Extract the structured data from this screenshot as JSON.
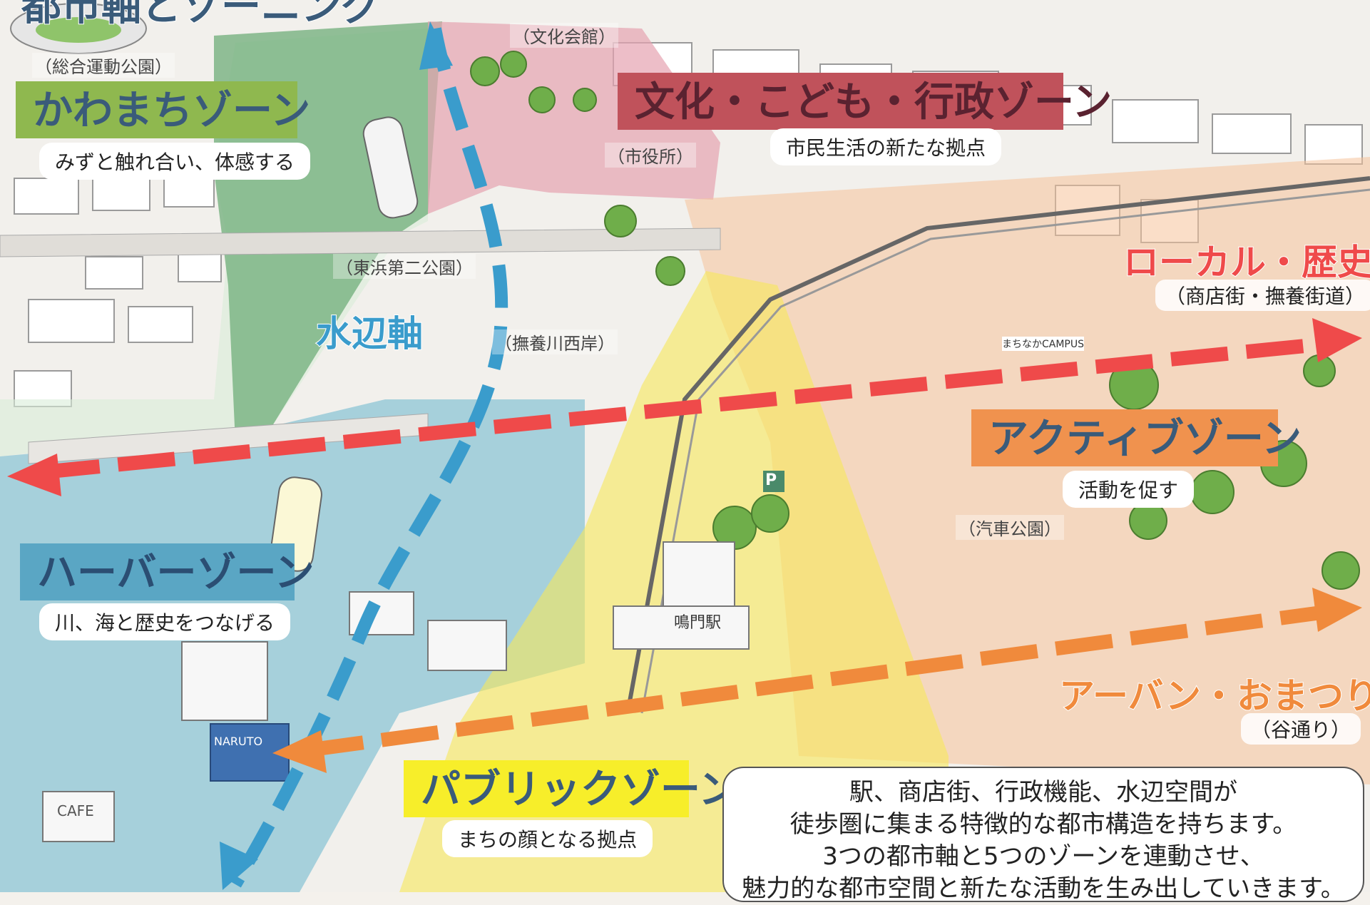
{
  "top_title": "都市軸とゾーニング",
  "places": {
    "sports_park": "（総合運動公園）",
    "culture_hall": "（文化会館）",
    "city_hall": "（市役所）",
    "higashihama_park": "（東浜第二公園）",
    "muya_west": "（撫養川西岸）",
    "steam_park": "（汽車公園）"
  },
  "zones": {
    "kawamachi": {
      "title": "かわまちゾーン",
      "desc": "みずと触れ合い、体感する",
      "color": "#8fb84f"
    },
    "bunka": {
      "title": "文化・こども・行政ゾーン",
      "desc": "市民生活の新たな拠点",
      "color": "#c0525b"
    },
    "active": {
      "title": "アクティブゾーン",
      "desc": "活動を促す",
      "color": "#f0924e"
    },
    "harbor": {
      "title": "ハーバーゾーン",
      "desc": "川、海と歴史をつなげる",
      "color": "#5aa6c4"
    },
    "public": {
      "title": "パブリックゾーン",
      "desc": "まちの顔となる拠点",
      "color": "#f7ee2a"
    }
  },
  "axes": {
    "water": {
      "title": "水辺軸",
      "color": "#3a9ccc"
    },
    "local": {
      "title": "ローカル・歴史軸",
      "sub": "（商店街・撫養街道）",
      "color": "#ef4a4a"
    },
    "urban": {
      "title": "アーバン・おまつり軸",
      "sub": "（谷通り）",
      "color": "#f08a3c"
    }
  },
  "signs": {
    "station": "鳴門駅",
    "cafe": "CAFE",
    "naruto": "NARUTO",
    "campus": "まちなかCAMPUS",
    "parking": "P"
  },
  "info_lines": [
    "駅、商店街、行政機能、水辺空間が",
    "徒歩圏に集まる特徴的な都市構造を持ちます。",
    "3つの都市軸と5つのゾーンを連動させ、",
    "魅力的な都市空間と新たな活動を生み出していきます。"
  ]
}
